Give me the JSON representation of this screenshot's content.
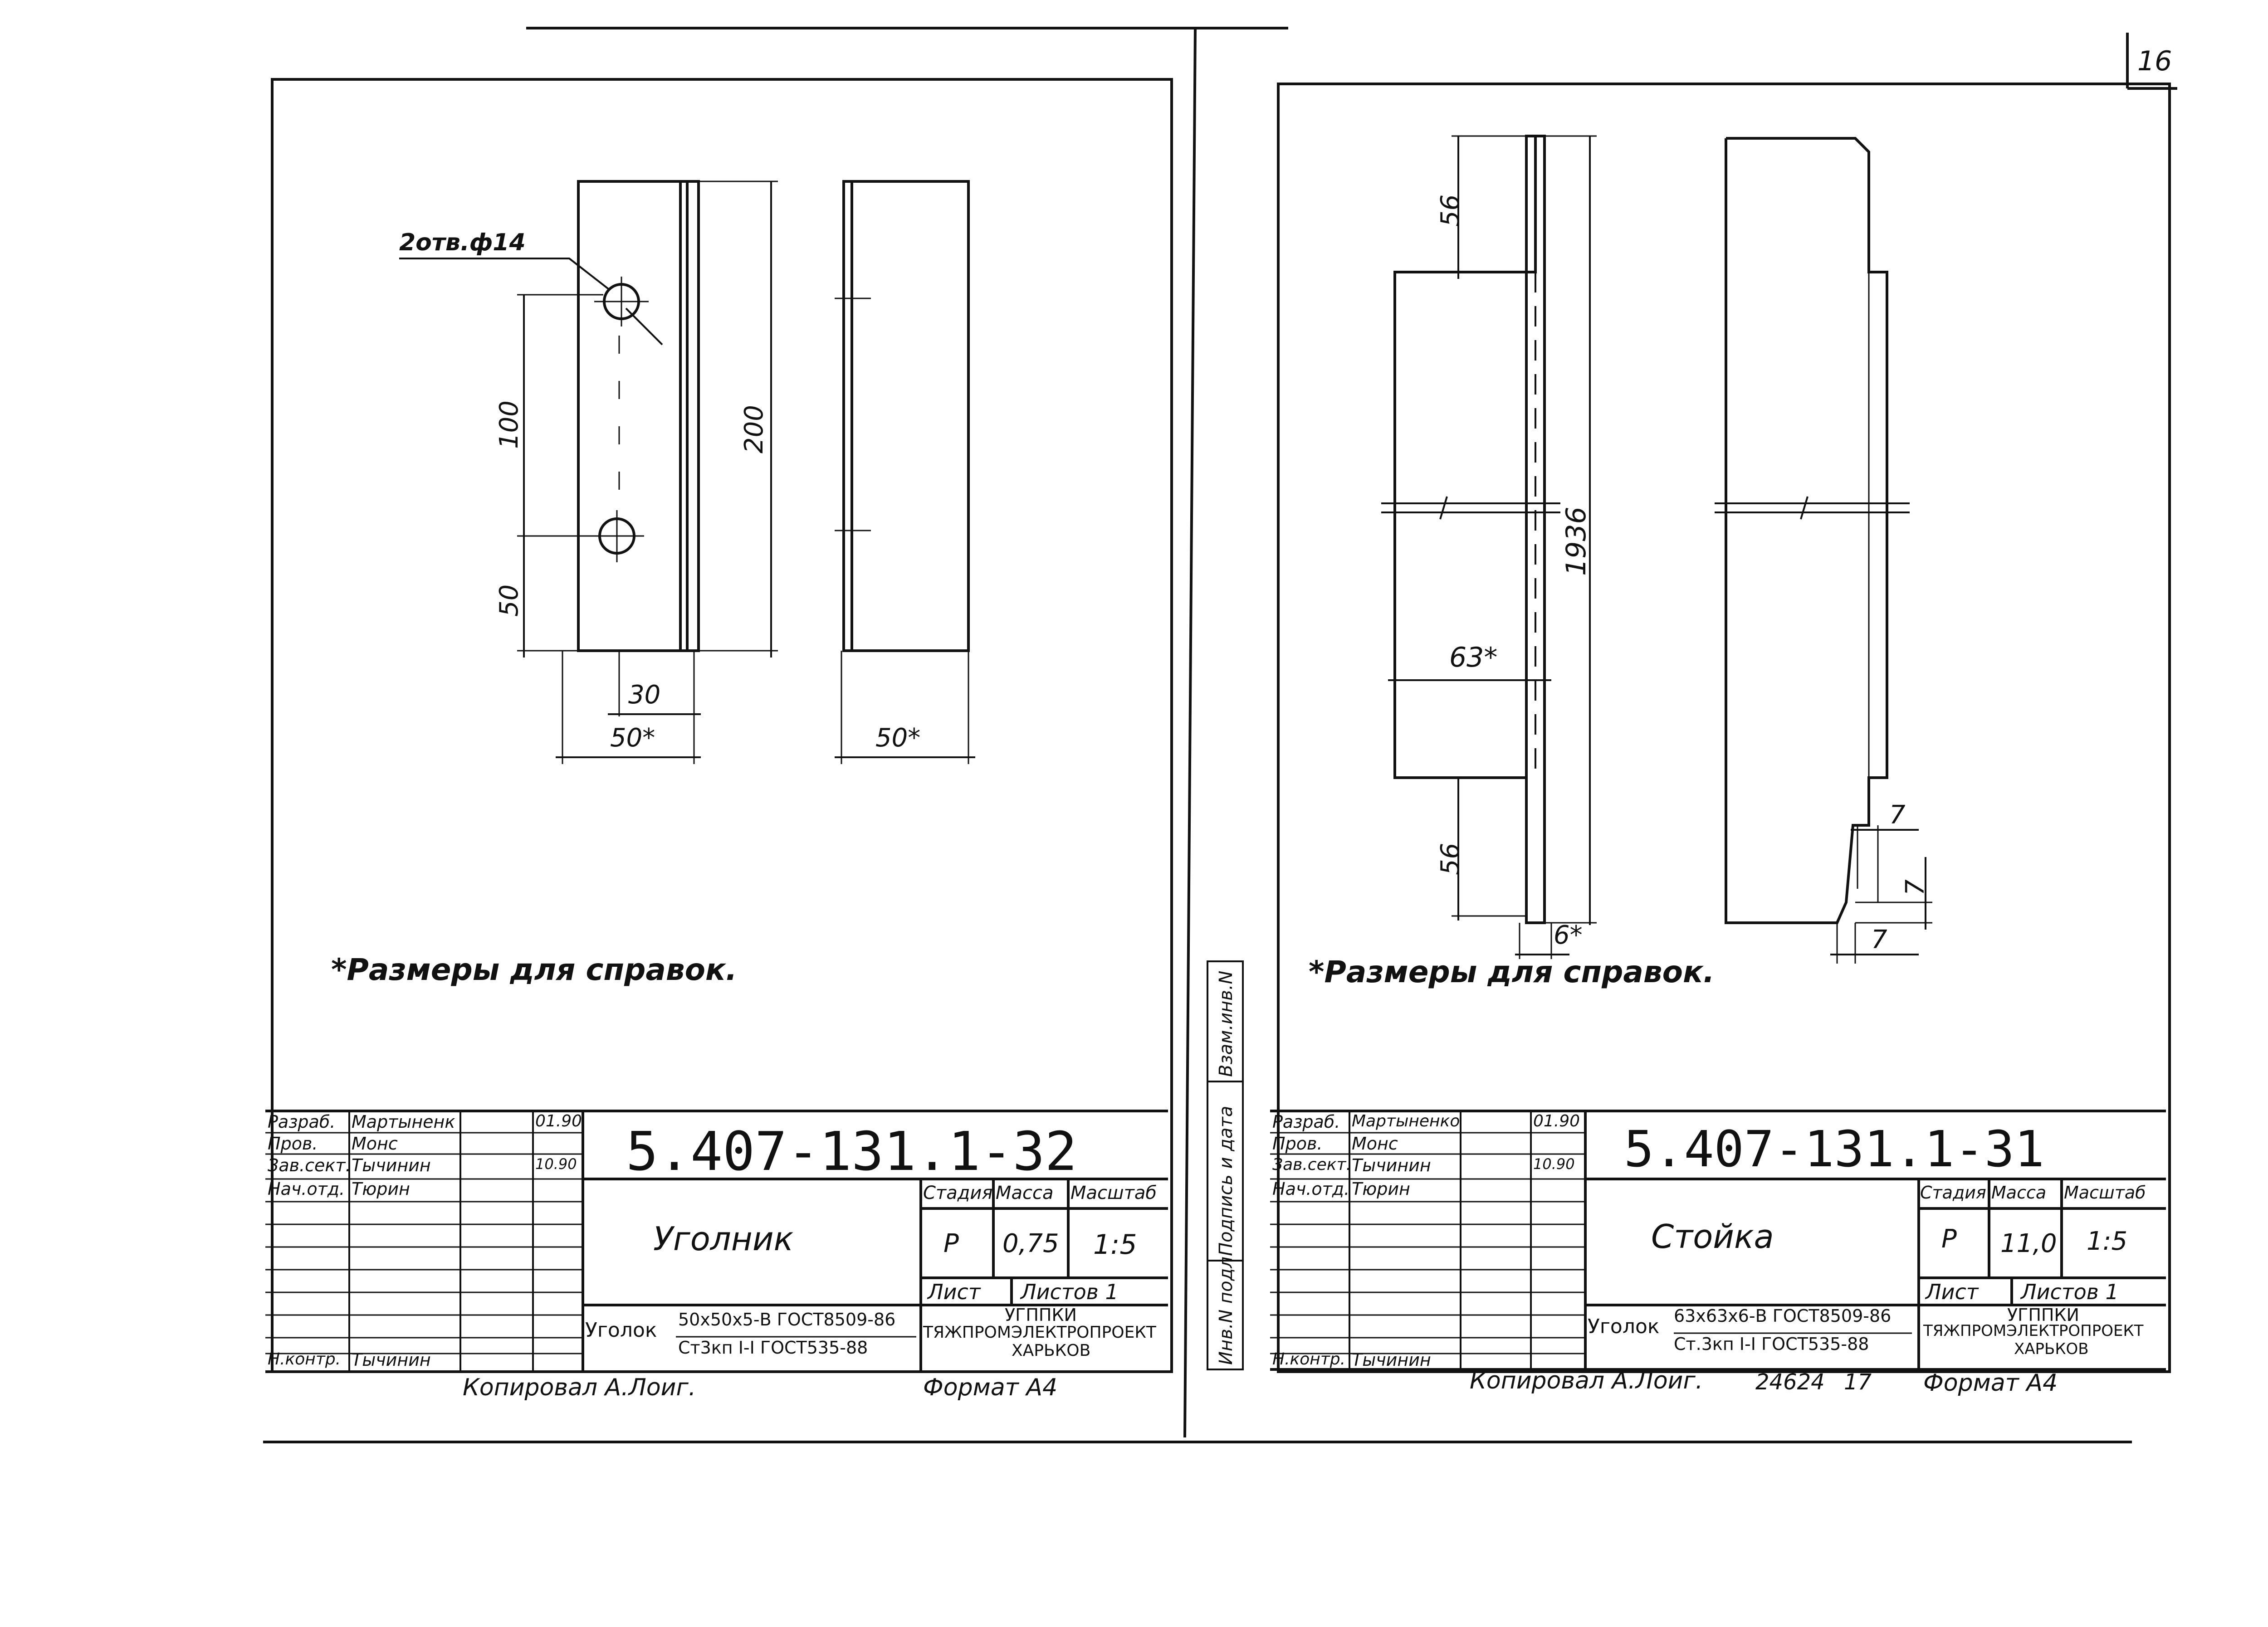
{
  "page_number": "16",
  "left_sheet": {
    "designation": "5.407-131.1-32",
    "title": "Уголник",
    "stage": "Р",
    "mass": "0,75",
    "scale": "1:5",
    "sheet_label": "Лист",
    "sheets_label": "Листов 1",
    "header": {
      "stage": "Стадия",
      "mass": "Масса",
      "scale": "Масштаб"
    },
    "material_prefix": "Уголок",
    "material_top": "50х50х5-В ГОСТ8509-86",
    "material_bottom": "Ст3кп I-I ГОСТ535-88",
    "org_line1": "УГППКИ",
    "org_line2": "ТЯЖПРОМЭЛЕКТРОПРОЕКТ",
    "org_line3": "ХАРЬКОВ",
    "note": "*Размеры для справок.",
    "hole_label": "2отв.ф14",
    "dims": {
      "d100": "100",
      "d200": "200",
      "d50v": "50",
      "d30": "30",
      "d50a": "50*",
      "d50b": "50*"
    },
    "copied_by": "Копировал А.Лоиг.",
    "format": "Формат А4",
    "signatures": [
      {
        "role": "Разраб.",
        "name": "Мартыненк",
        "date": "01.90"
      },
      {
        "role": "Пров.",
        "name": "Монс",
        "date": ""
      },
      {
        "role": "Зав.сект.",
        "name": "Тычинин",
        "date": "10.90"
      },
      {
        "role": "Нач.отд.",
        "name": "Тюрин",
        "date": ""
      },
      {
        "role": "Н.контр.",
        "name": "Тычинин",
        "date": ""
      }
    ]
  },
  "right_sheet": {
    "designation": "5.407-131.1-31",
    "title": "Стойка",
    "stage": "Р",
    "mass": "11,0",
    "scale": "1:5",
    "sheet_label": "Лист",
    "sheets_label": "Листов 1",
    "header": {
      "stage": "Стадия",
      "mass": "Масса",
      "scale": "Масштаб"
    },
    "material_prefix": "Уголок",
    "material_top": "63х63х6-В ГОСТ8509-86",
    "material_bottom": "Ст.3кп I-I ГОСТ535-88",
    "org_line1": "УГППКИ",
    "org_line2": "ТЯЖПРОМЭЛЕКТРОПРОЕКТ",
    "org_line3": "ХАРЬКОВ",
    "note": "*Размеры для справок.",
    "dims": {
      "d56a": "56",
      "d56b": "56",
      "d1936": "1936",
      "d63": "63*",
      "d6": "6*",
      "d7a": "7",
      "d7b": "7",
      "d7c": "7"
    },
    "copied_by": "Копировал А.Лоиг.",
    "copy_number": "24624",
    "copy_sheet": "17",
    "format": "Формат А4",
    "side_stamp": {
      "a": "Взам.инв.N",
      "b": "Подпись и дата",
      "c": "Инв.N подл."
    },
    "signatures": [
      {
        "role": "Разраб.",
        "name": "Мартыненко",
        "date": "01.90"
      },
      {
        "role": "Пров.",
        "name": "Монс",
        "date": ""
      },
      {
        "role": "Зав.сект.",
        "name": "Тычинин",
        "date": "10.90"
      },
      {
        "role": "Нач.отд.",
        "name": "Тюрин",
        "date": ""
      },
      {
        "role": "Н.контр.",
        "name": "Тычинин",
        "date": ""
      }
    ]
  }
}
